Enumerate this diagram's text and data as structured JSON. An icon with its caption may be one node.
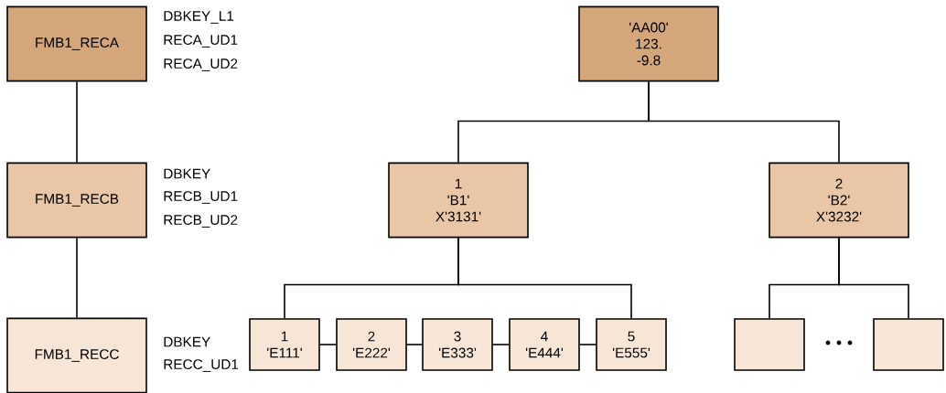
{
  "diagram": {
    "nodes": [
      {
        "text": [
          "FMB1_RECA"
        ],
        "beside": [
          "DBKEY_L1",
          "RECA_UD1",
          "RECA_UD2"
        ]
      },
      {
        "text": [
          "FMB1_RECB"
        ],
        "beside": [
          "DBKEY",
          "RECB_UD1",
          "RECB_UD2"
        ]
      },
      {
        "text": [
          "FMB1_RECC"
        ],
        "beside": [
          "DBKEY",
          "RECC_UD1"
        ]
      },
      {
        "text": [
          "'AA00'",
          "123.",
          "-9.8"
        ]
      },
      {
        "text": [
          "1",
          "'B1'",
          "X'3131'"
        ]
      },
      {
        "text": [
          "2",
          "'B2'",
          "X'3232'"
        ]
      },
      {
        "text": [
          "1",
          "'E111'"
        ]
      },
      {
        "text": [
          "2",
          "'E222'"
        ]
      },
      {
        "text": [
          "3",
          "'E333'"
        ]
      },
      {
        "text": [
          "4",
          "'E444'"
        ]
      },
      {
        "text": [
          "5",
          "'E555'"
        ]
      },
      {
        "text": [],
        "shape": "box"
      },
      {
        "text": [],
        "shape": "box"
      }
    ],
    "edges": [
      {
        "from": 0,
        "to": 1,
        "arrow": "none"
      },
      {
        "from": 1,
        "to": 2,
        "arrow": "none"
      },
      {
        "from": 3,
        "to": 4,
        "arrow": "none"
      },
      {
        "from": 3,
        "to": 5,
        "arrow": "none"
      },
      {
        "from": 4,
        "to": 6,
        "arrow": "none"
      },
      {
        "from": 4,
        "to": 10,
        "arrow": "none"
      },
      {
        "from": 6,
        "to": 7,
        "arrow": "none"
      },
      {
        "from": 7,
        "to": 8,
        "arrow": "none"
      },
      {
        "from": 8,
        "to": 9,
        "arrow": "none"
      },
      {
        "from": 9,
        "to": 10,
        "arrow": "none"
      },
      {
        "from": 5,
        "to": 11,
        "arrow": "none"
      },
      {
        "from": 5,
        "to": 12,
        "arrow": "none"
      }
    ]
  }
}
